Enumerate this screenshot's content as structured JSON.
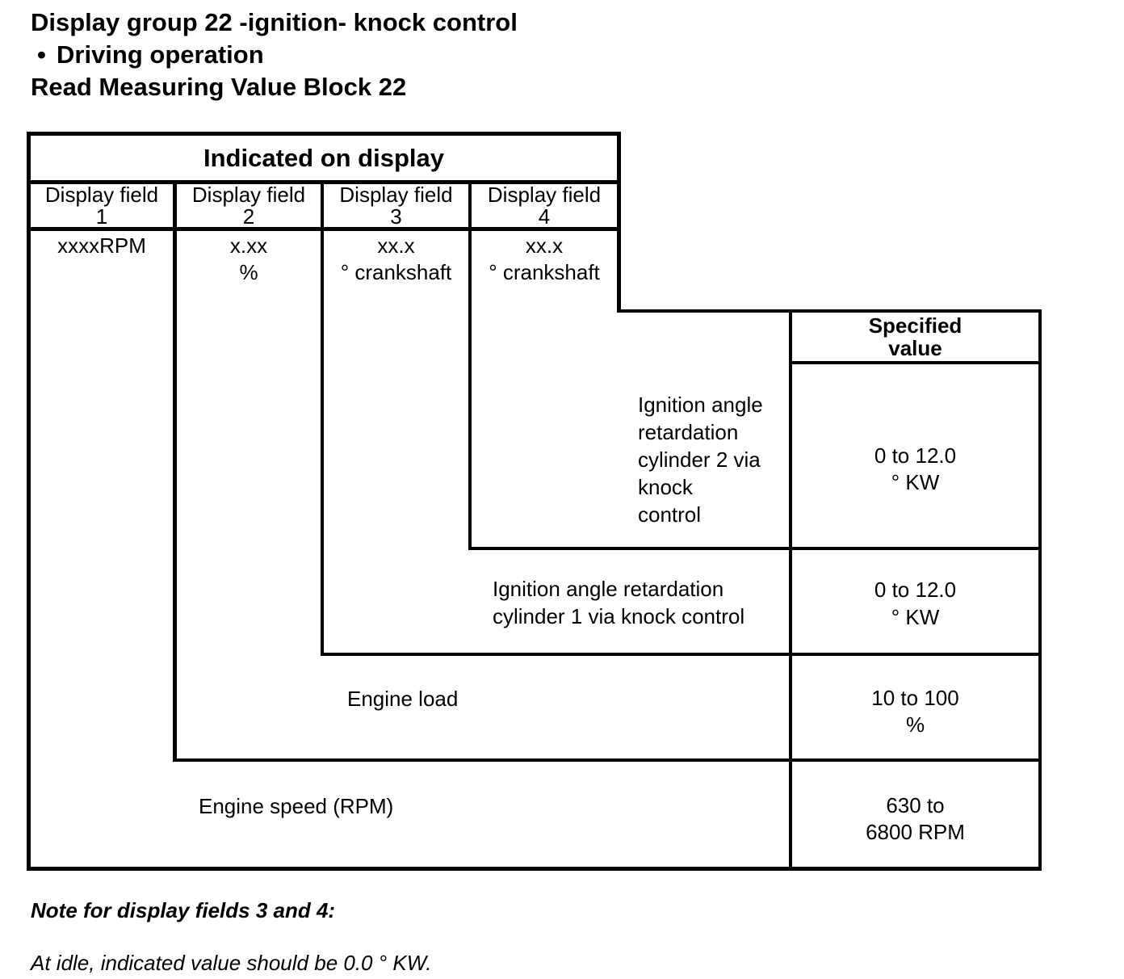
{
  "colors": {
    "ink": "#000000",
    "background": "#ffffff"
  },
  "heading": {
    "title": "Display group 22 -ignition- knock control",
    "bullet_glyph": "•",
    "bullet_text": "Driving operation",
    "instruction": "Read Measuring Value Block 22"
  },
  "table": {
    "header": "Indicated on display",
    "spec_header_line1": "Specified",
    "spec_header_line2": "value",
    "display_fields": [
      {
        "label": "Display field",
        "number": "1",
        "value_line1": "xxxxRPM",
        "value_line2": ""
      },
      {
        "label": "Display field",
        "number": "2",
        "value_line1": "x.xx",
        "value_line2": "%"
      },
      {
        "label": "Display field",
        "number": "3",
        "value_line1": "xx.x",
        "value_line2": "° crankshaft"
      },
      {
        "label": "Display field",
        "number": "4",
        "value_line1": "xx.x",
        "value_line2": "° crankshaft"
      }
    ],
    "rows": [
      {
        "field": "4",
        "desc_lines": [
          "Ignition angle",
          "retardation",
          "cylinder 2 via",
          "knock",
          "control"
        ],
        "value_lines": [
          "0 to 12.0",
          "° KW"
        ]
      },
      {
        "field": "3",
        "desc_lines": [
          "Ignition angle retardation",
          "cylinder 1 via knock control"
        ],
        "value_lines": [
          "0 to 12.0",
          "° KW"
        ]
      },
      {
        "field": "2",
        "desc_lines": [
          "Engine load"
        ],
        "value_lines": [
          "10 to 100",
          "%"
        ]
      },
      {
        "field": "1",
        "desc_lines": [
          "Engine speed (RPM)"
        ],
        "value_lines": [
          "630 to",
          "6800 RPM"
        ]
      }
    ]
  },
  "notes": {
    "heading": "Note for display fields 3 and 4:",
    "body": "At idle, indicated value should be 0.0 ° KW."
  }
}
